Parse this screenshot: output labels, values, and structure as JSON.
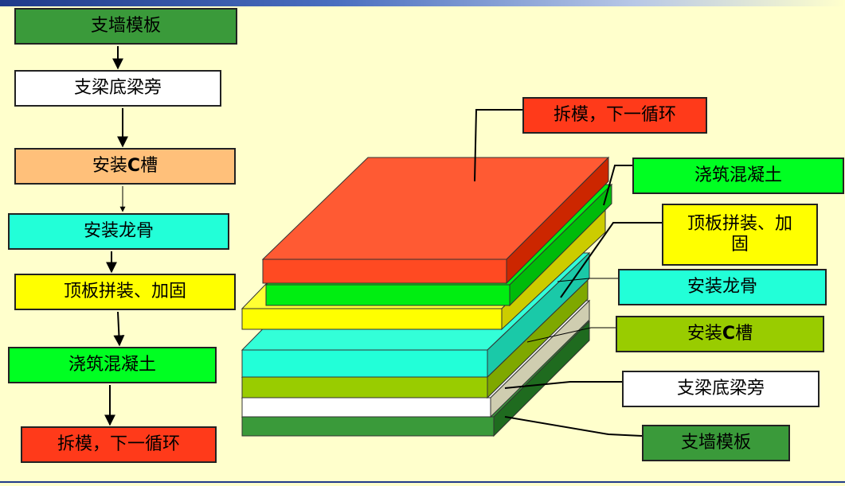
{
  "flow_steps": [
    {
      "label": "支墙模板",
      "color": "#3A9A3A"
    },
    {
      "label": "支梁底梁旁",
      "color": "#FFFFFF"
    },
    {
      "label": "安装C槽",
      "color": "#FFC07A"
    },
    {
      "label": "安装龙骨",
      "color": "#22FFD8"
    },
    {
      "label": "顶板拼装、加固",
      "color": "#FFFF00"
    },
    {
      "label": "浇筑混凝土",
      "color": "#00FF22"
    },
    {
      "label": "拆模，下一循环",
      "color": "#FF3A1A"
    }
  ],
  "layer_labels": {
    "demold": "拆模，下一循环",
    "pour": "浇筑混凝土",
    "slab_line1": "顶板拼装、加",
    "slab_line2": "固",
    "keel": "安装龙骨",
    "c_channel": "安装C槽",
    "beam": "支梁底梁旁",
    "wall": "支墙模板"
  },
  "colors": {
    "demold": "#FF5A33",
    "pour": "#00EE11",
    "slab": "#FFFF00",
    "keel": "#22FFD8",
    "c_channel": "#99CC00",
    "beam": "#FFFFFF",
    "wall": "#3A9A3A",
    "background": "#FFFFCC"
  }
}
